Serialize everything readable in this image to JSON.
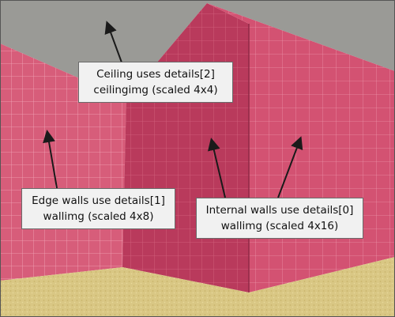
{
  "colors": {
    "ceiling": "#9a9a96",
    "left_wall": "#d75d7a",
    "back_wall": "#c64766",
    "center_front": "#b93a5c",
    "center_right": "#d35272",
    "floor": "#d9c784",
    "callout_bg": "#f1f1f1",
    "arrow": "#1a1a1a"
  },
  "labels": {
    "ceiling": {
      "line1": "Ceiling uses details[2]",
      "line2": "ceilingimg (scaled 4x4)"
    },
    "edge": {
      "line1": "Edge walls use details[1]",
      "line2": "wallimg (scaled 4x8)"
    },
    "internal": {
      "line1": "Internal walls use details[0]",
      "line2": "wallimg (scaled 4x16)"
    }
  }
}
